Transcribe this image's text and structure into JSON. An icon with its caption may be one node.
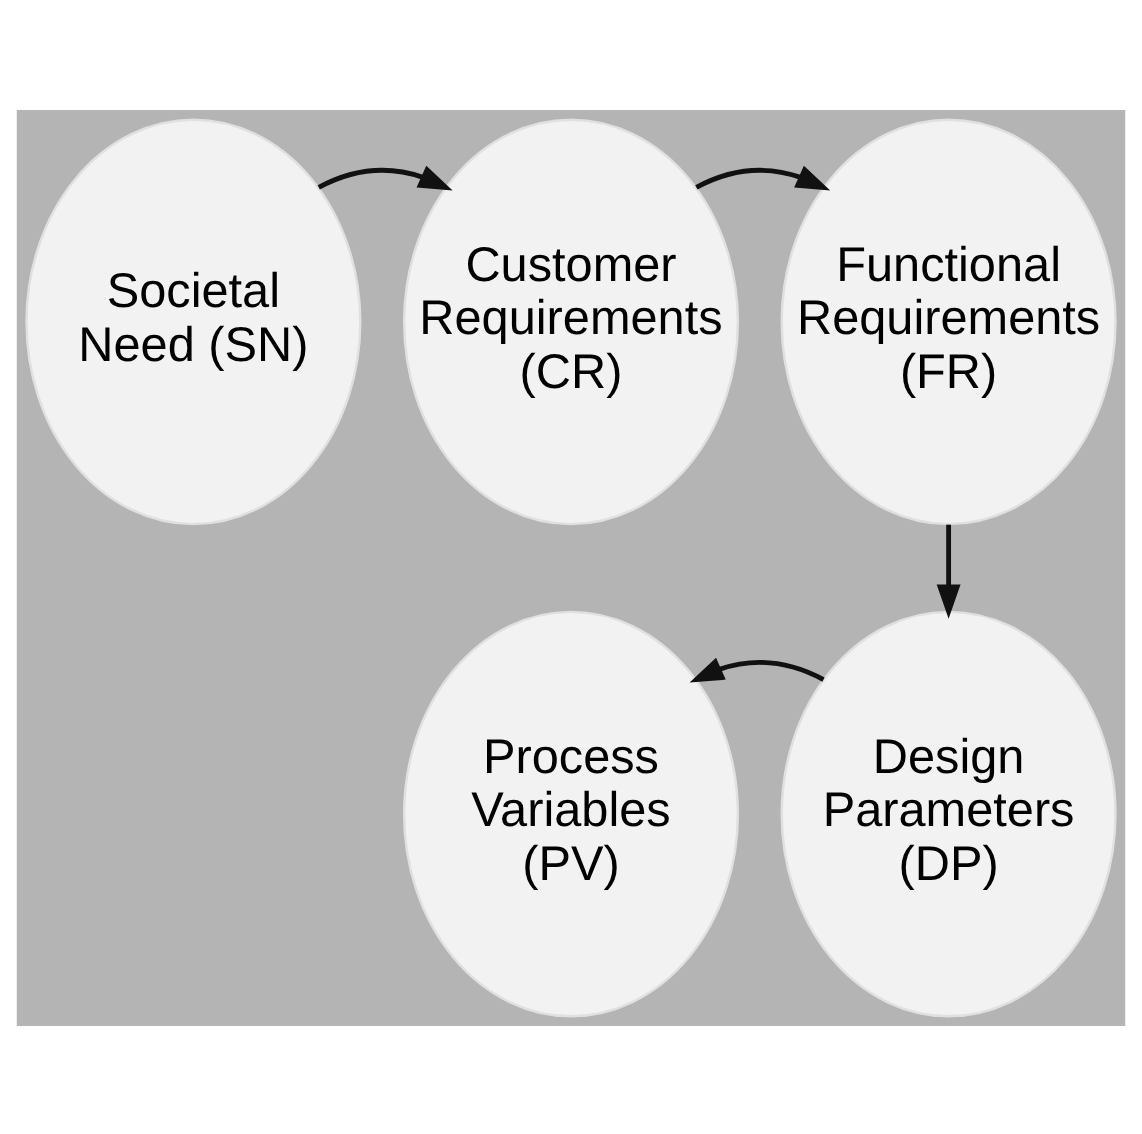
{
  "diagram": {
    "nodes": [
      {
        "text": [
          "Societal Need (SN)"
        ]
      },
      {
        "text": [
          "Customer Requirements (CR)"
        ]
      },
      {
        "text": [
          "Functional Requirements (FR)"
        ]
      },
      {
        "text": [
          "Process Variables (PV)"
        ]
      },
      {
        "text": [
          "Design Parameters (DP)"
        ]
      }
    ],
    "edges": [
      {
        "from": 0,
        "to": 1,
        "arrow": "to"
      },
      {
        "from": 1,
        "to": 2,
        "arrow": "to"
      },
      {
        "from": 2,
        "to": 4,
        "arrow": "to"
      },
      {
        "from": 4,
        "to": 3,
        "arrow": "to"
      }
    ]
  }
}
